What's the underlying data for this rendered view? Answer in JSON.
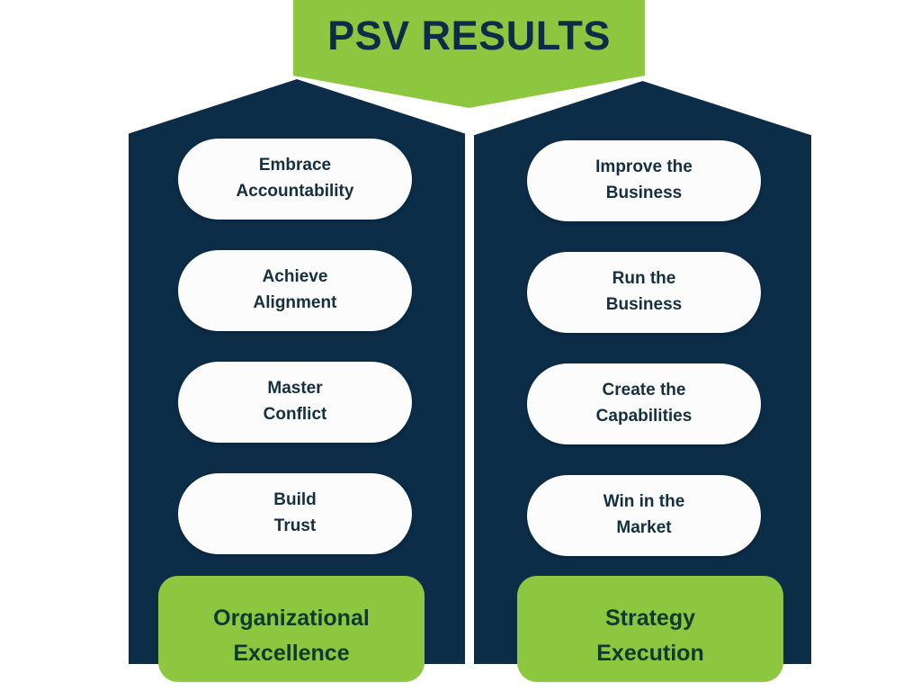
{
  "banner": {
    "title": "PSV RESULTS"
  },
  "colors": {
    "green": "#8DC63F",
    "navy": "#0C2D48",
    "pill_bg": "#FCFCFC",
    "pill_text": "#14303F",
    "footer_text": "#0E3B2E",
    "banner_text": "#0C2D48"
  },
  "columns": [
    {
      "id": "organizational-excellence",
      "pills": [
        {
          "line1": "Embrace",
          "line2": "Accountability"
        },
        {
          "line1": "Achieve",
          "line2": "Alignment"
        },
        {
          "line1": "Master",
          "line2": "Conflict"
        },
        {
          "line1": "Build",
          "line2": "Trust"
        }
      ],
      "footer": {
        "line1": "Organizational",
        "line2": "Excellence"
      }
    },
    {
      "id": "strategy-execution",
      "pills": [
        {
          "line1": "Improve the",
          "line2": "Business"
        },
        {
          "line1": "Run the",
          "line2": "Business"
        },
        {
          "line1": "Create the",
          "line2": "Capabilities"
        },
        {
          "line1": "Win in the",
          "line2": "Market"
        }
      ],
      "footer": {
        "line1": "Strategy",
        "line2": "Execution"
      }
    }
  ]
}
